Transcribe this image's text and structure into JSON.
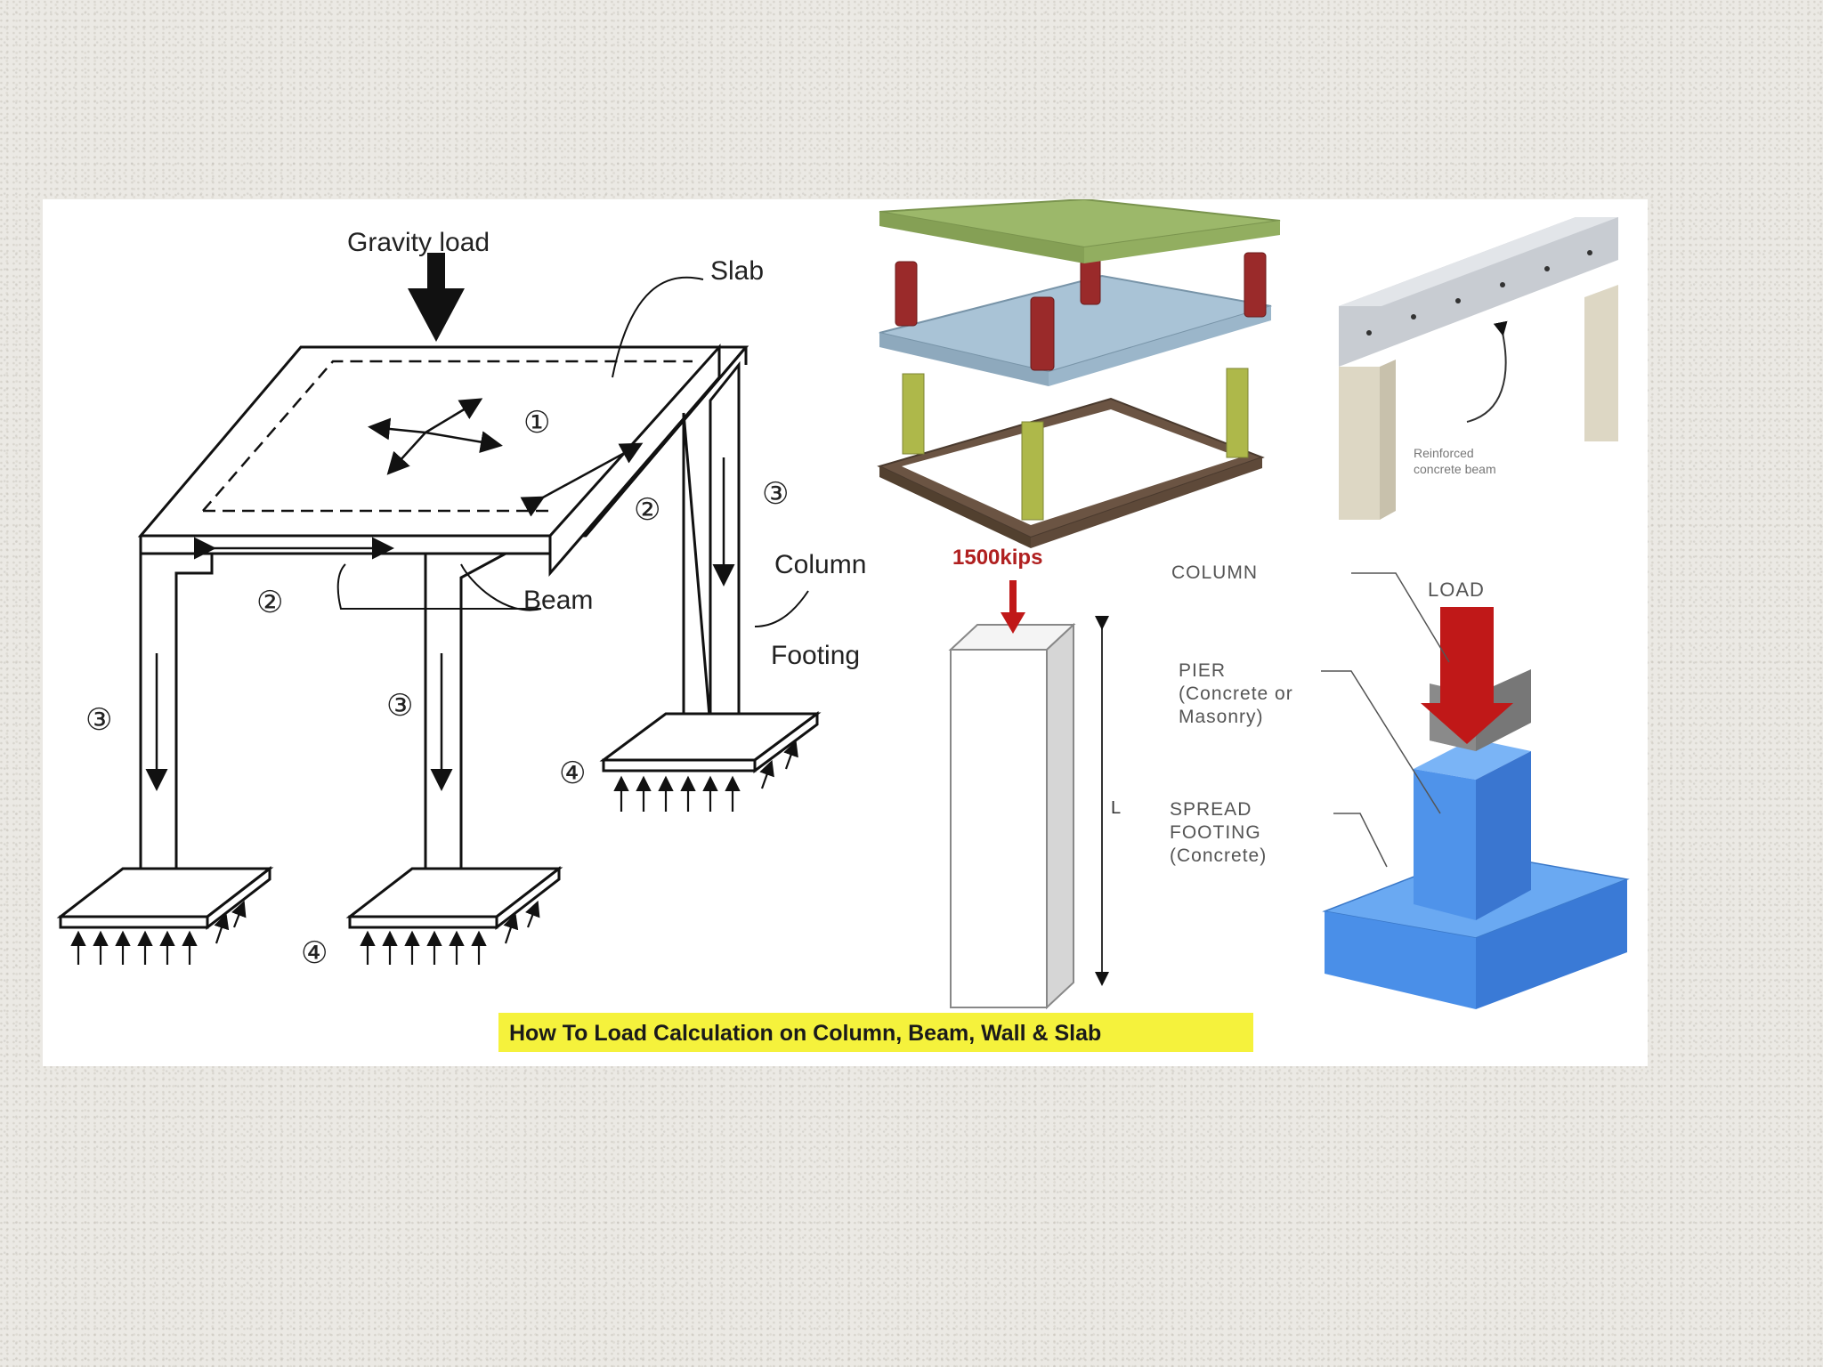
{
  "frame_diagram": {
    "gravity_load": "Gravity load",
    "slab": "Slab",
    "beam": "Beam",
    "column": "Column",
    "footing": "Footing",
    "step_1": "①",
    "step_2": "②",
    "step_3": "③",
    "step_4": "④"
  },
  "beam_render": {
    "caption_line1": "Reinforced",
    "caption_line2": "concrete beam"
  },
  "column_load": {
    "load_value": "1500kips",
    "length_label": "L"
  },
  "footing_diagram": {
    "column": "COLUMN",
    "load": "LOAD",
    "pier_line1": "PIER",
    "pier_line2": "(Concrete or",
    "pier_line3": "Masonry)",
    "spread_line1": "SPREAD",
    "spread_line2": "FOOTING",
    "spread_line3": "(Concrete)"
  },
  "caption": "How To Load Calculation on Column, Beam, Wall & Slab",
  "colors": {
    "slab_green": "#9cb86a",
    "slab_blue": "#a9c3d6",
    "column_red": "#9a2a2a",
    "footing_blue": "#4a8fe8",
    "load_red": "#c01818",
    "caption_yellow": "#f5f23c"
  }
}
